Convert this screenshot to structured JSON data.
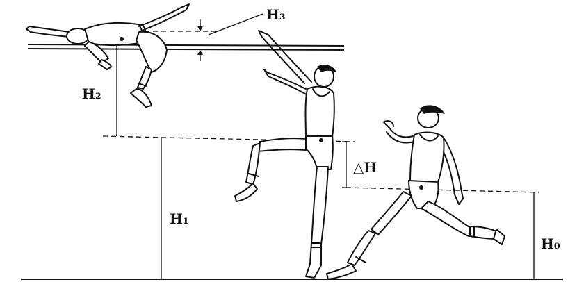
{
  "labels": {
    "h3": "H₃",
    "h2": "H₂",
    "h1": "H₁",
    "delta_h": "△H",
    "h0": "H₀"
  },
  "colors": {
    "ink": "#111111",
    "paper": "#ffffff"
  }
}
